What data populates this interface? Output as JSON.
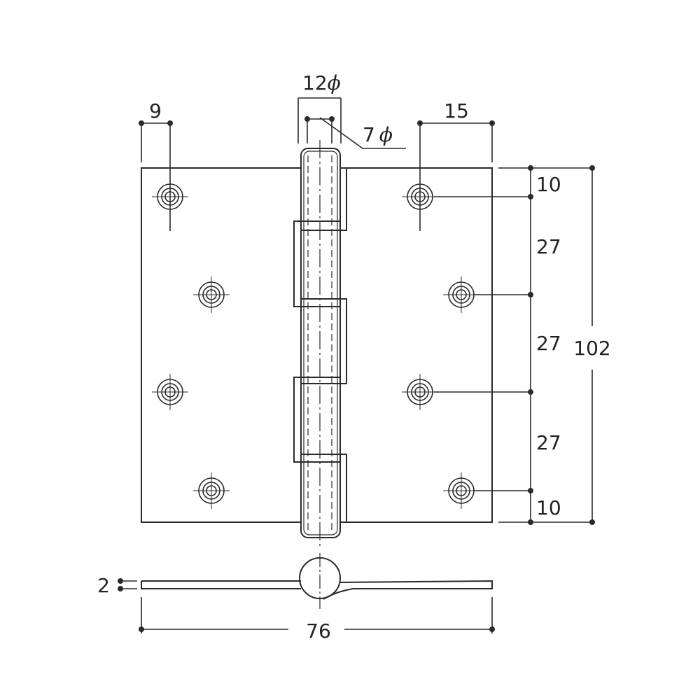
{
  "dimensions": {
    "pin_outer_diameter": "12",
    "pin_inner_diameter": "7",
    "diameter_symbol": "ϕ",
    "edge_to_hole_left": "9",
    "edge_to_hole_right": "15",
    "top_margin": "10",
    "pitch_1": "27",
    "pitch_2": "27",
    "pitch_3": "27",
    "bottom_margin": "10",
    "overall_height": "102",
    "thickness": "2",
    "overall_width": "76"
  },
  "colors": {
    "line": "#2a2a2a",
    "background": "#ffffff"
  }
}
